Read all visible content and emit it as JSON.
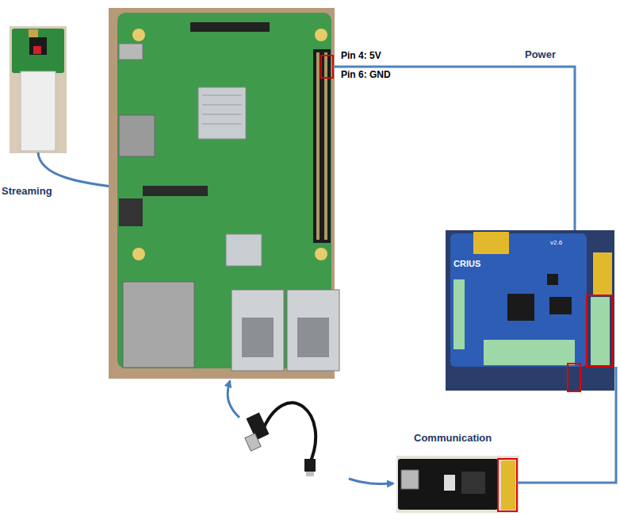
{
  "diagram": {
    "labels": [
      "Pin 4: 5V",
      "Pin 6: GND",
      "Power",
      "Streaming",
      "Communication",
      "CRIUS",
      "v2.6"
    ]
  }
}
